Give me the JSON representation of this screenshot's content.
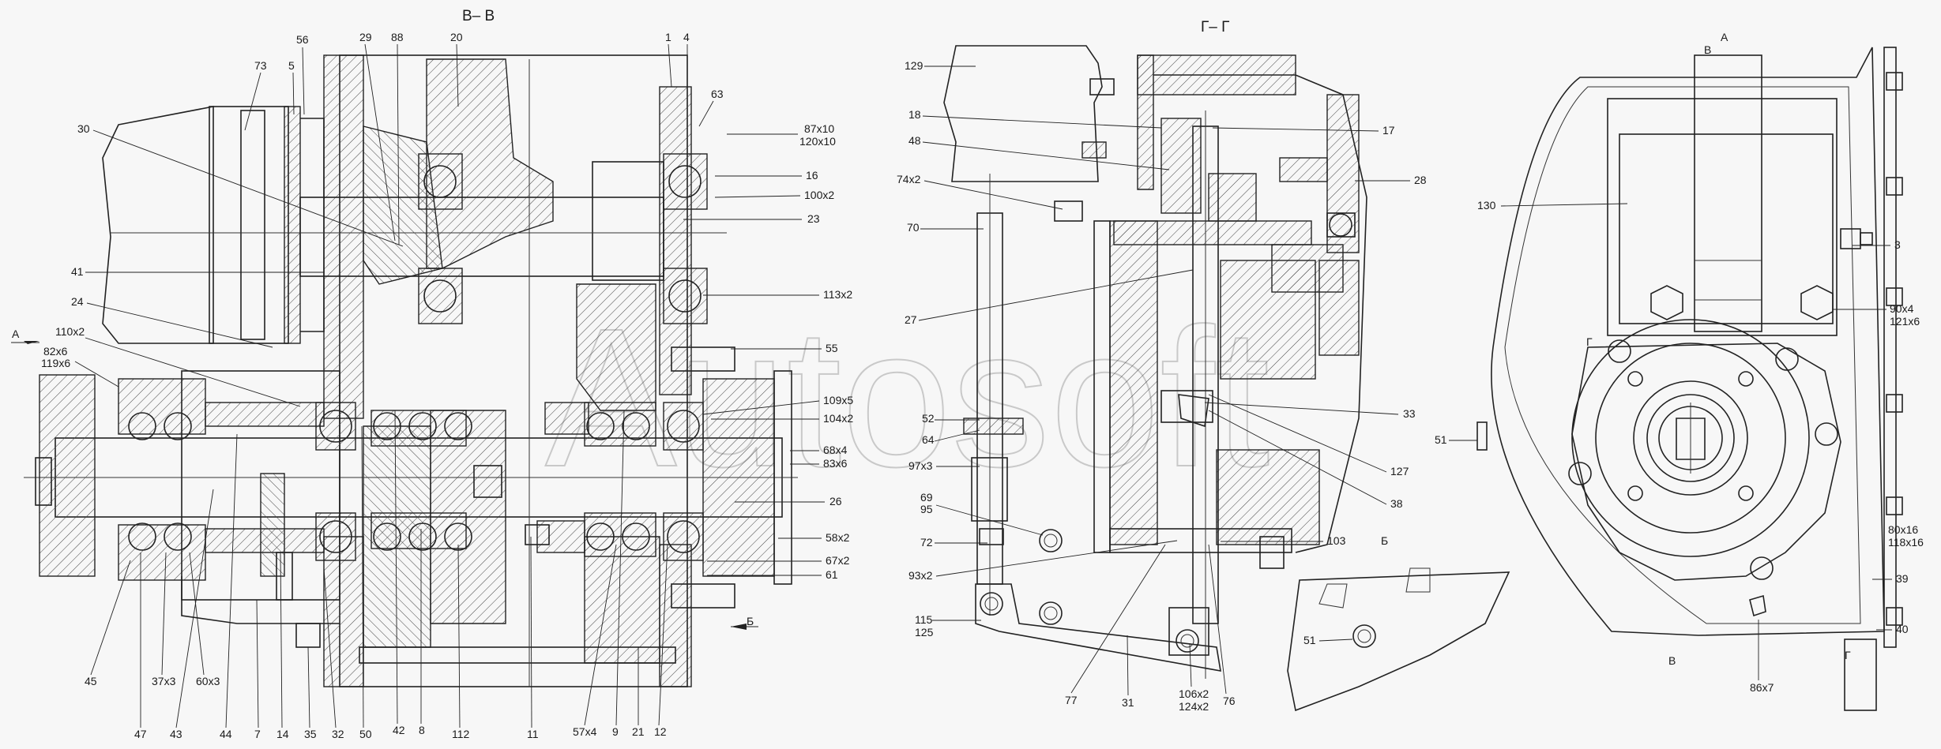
{
  "sections": {
    "vv": "В– В",
    "gg": "Г– Г",
    "b_view": "Б",
    "a_mark": "А",
    "a_arrow": "А",
    "b_arrow": "Б",
    "v_mark_top": "В",
    "v_mark_bottom": "В",
    "g_mark_top": "Г",
    "g_mark_bottom": "Г"
  },
  "watermark": "Autosoft",
  "labels": {
    "l73": "73",
    "l56": "56",
    "l5": "5",
    "l29": "29",
    "l88": "88",
    "l20": "20",
    "l1": "1",
    "l4": "4",
    "l63": "63",
    "l87": "87x10",
    "l120": "120x10",
    "l16": "16",
    "l100": "100x2",
    "l23": "23",
    "l113": "113x2",
    "l30": "30",
    "l41": "41",
    "l24": "24",
    "l110": "110x2",
    "l82": "82x6",
    "l119": "119x6",
    "l55": "55",
    "l109": "109x5",
    "l104": "104x2",
    "l68": "68x4",
    "l83": "83x6",
    "l26": "26",
    "l58": "58x2",
    "l67": "67x2",
    "l61": "61",
    "l45": "45",
    "l37": "37x3",
    "l60": "60x3",
    "l47": "47",
    "l43": "43",
    "l44": "44",
    "l7": "7",
    "l14": "14",
    "l35": "35",
    "l32": "32",
    "l50": "50",
    "l42": "42",
    "l8": "8",
    "l112": "112",
    "l11": "11",
    "l57": "57x4",
    "l9": "9",
    "l21": "21",
    "l12": "12",
    "l129": "129",
    "l18": "18",
    "l48": "48",
    "l74": "74x2",
    "l70": "70",
    "l17": "17",
    "l28": "28",
    "l27": "27",
    "l52": "52",
    "l64": "64",
    "l97": "97x3",
    "l69": "69",
    "l95": "95",
    "l72": "72",
    "l93": "93x2",
    "l115": "115",
    "l125": "125",
    "l33": "33",
    "l127": "127",
    "l38": "38",
    "l103": "103",
    "l77": "77",
    "l31": "31",
    "l106": "106x2",
    "l124": "124x2",
    "l76": "76",
    "l51b": "51",
    "l130": "130",
    "l3": "3",
    "l90": "90x4",
    "l121": "121x6",
    "l51": "51",
    "l80": "80x16",
    "l118": "118x16",
    "l39": "39",
    "l40": "40",
    "l86": "86x7"
  }
}
